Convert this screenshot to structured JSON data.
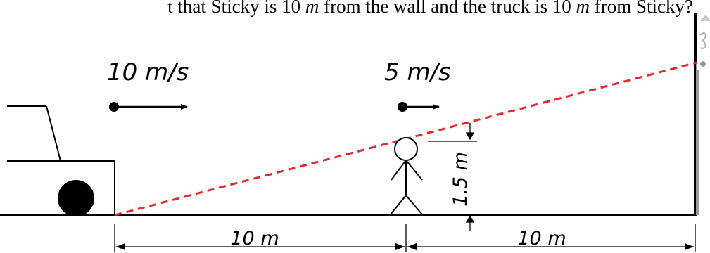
{
  "caption": {
    "part1": "t that Sticky is 10",
    "unit1": "m",
    "part2": "from the wall and the truck is 10",
    "unit2": "m",
    "part3": "from Sticky?"
  },
  "diagram": {
    "truck_speed": "10 m/s",
    "person_speed": "5 m/s",
    "person_height": "1.5 m",
    "dist_truck_person": "10 m",
    "dist_person_wall": "10 m"
  },
  "colors": {
    "line": "#000000",
    "laser": "#e8262b",
    "wall_edge": "#9a9a9a"
  }
}
